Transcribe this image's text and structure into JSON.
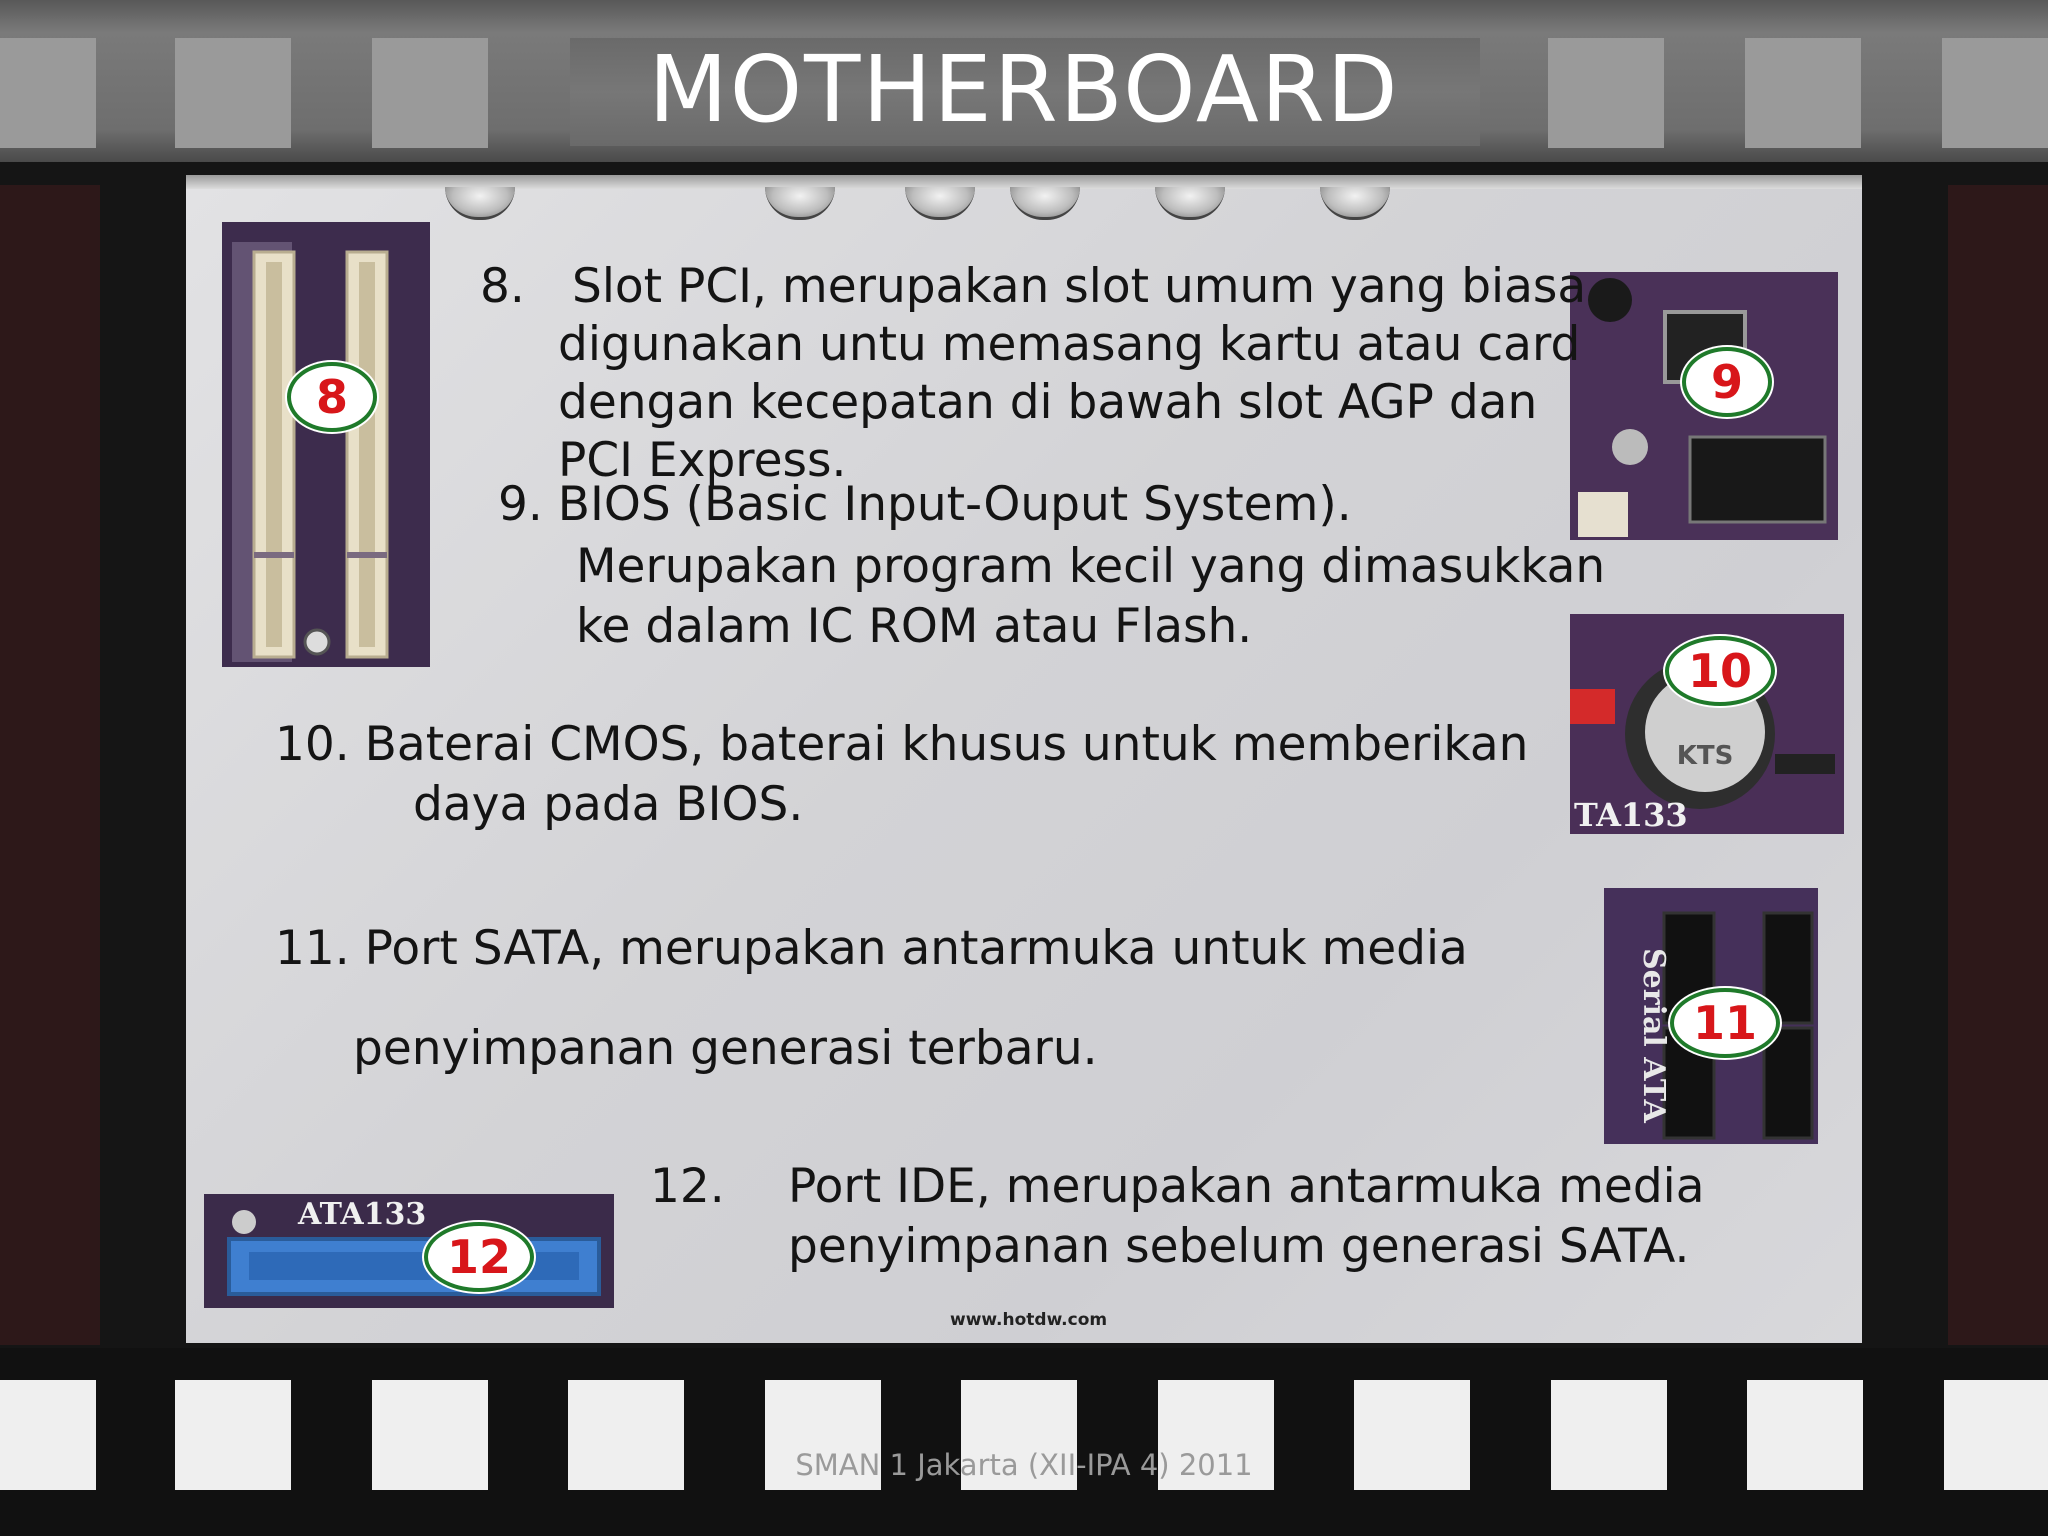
{
  "slide": {
    "title": "MOTHERBOARD",
    "footer": "SMAN 1 Jakarta (XII-IPA 4) 2011",
    "credit": "www.hotdw.com"
  },
  "items": {
    "i8": {
      "num": "8.",
      "line1": "Slot PCI, merupakan slot umum yang biasa",
      "line2": "digunakan untu memasang kartu atau card",
      "line3": "dengan kecepatan di bawah slot AGP dan",
      "line4": "PCI Express."
    },
    "i9": {
      "line1": "9. BIOS (Basic Input-Ouput System).",
      "line2": "Merupakan program kecil yang dimasukkan",
      "line3": "ke dalam IC ROM atau Flash."
    },
    "i10": {
      "line1": "10. Baterai CMOS, baterai khusus untuk memberikan",
      "line2": "daya pada BIOS."
    },
    "i11": {
      "line1": "11. Port SATA, merupakan antarmuka untuk media",
      "line2": "penyimpanan generasi terbaru."
    },
    "i12": {
      "num": "12.",
      "line1": "Port IDE, merupakan antarmuka media",
      "line2": "penyimpanan sebelum generasi SATA."
    }
  },
  "images": {
    "pci": {
      "badge": "8"
    },
    "bios": {
      "badge": "9"
    },
    "battery": {
      "badge": "10",
      "label": "TA133",
      "chip": "KTS"
    },
    "sata": {
      "badge": "11",
      "label": "Serial ATA"
    },
    "ide": {
      "badge": "12",
      "label": "ATA133"
    }
  }
}
